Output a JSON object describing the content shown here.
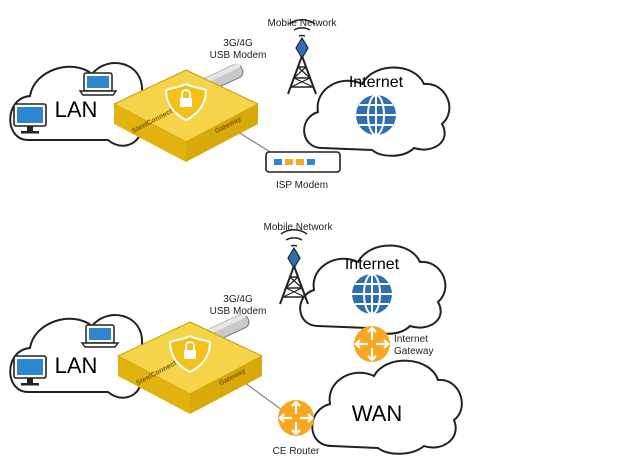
{
  "top": {
    "mobile_network": "Mobile Network",
    "usb_modem_line1": "3G/4G",
    "usb_modem_line2": "USB Modem",
    "lan": "LAN",
    "internet": "Internet",
    "isp_modem": "ISP Modem",
    "gateway_brand": "SteelConnect",
    "gateway_side": "Gateway"
  },
  "bottom": {
    "mobile_network": "Mobile Network",
    "usb_modem_line1": "3G/4G",
    "usb_modem_line2": "USB Modem",
    "lan": "LAN",
    "internet": "Internet",
    "internet_gateway_line1": "Internet",
    "internet_gateway_line2": "Gateway",
    "wan": "WAN",
    "ce_router": "CE Router",
    "gateway_brand": "SteelConnect",
    "gateway_side": "Gateway"
  },
  "colors": {
    "gateway_yellow": "#f2c21b",
    "router_orange": "#f7a823",
    "globe_blue": "#2f6fb0",
    "cloud_stroke": "#222222"
  }
}
